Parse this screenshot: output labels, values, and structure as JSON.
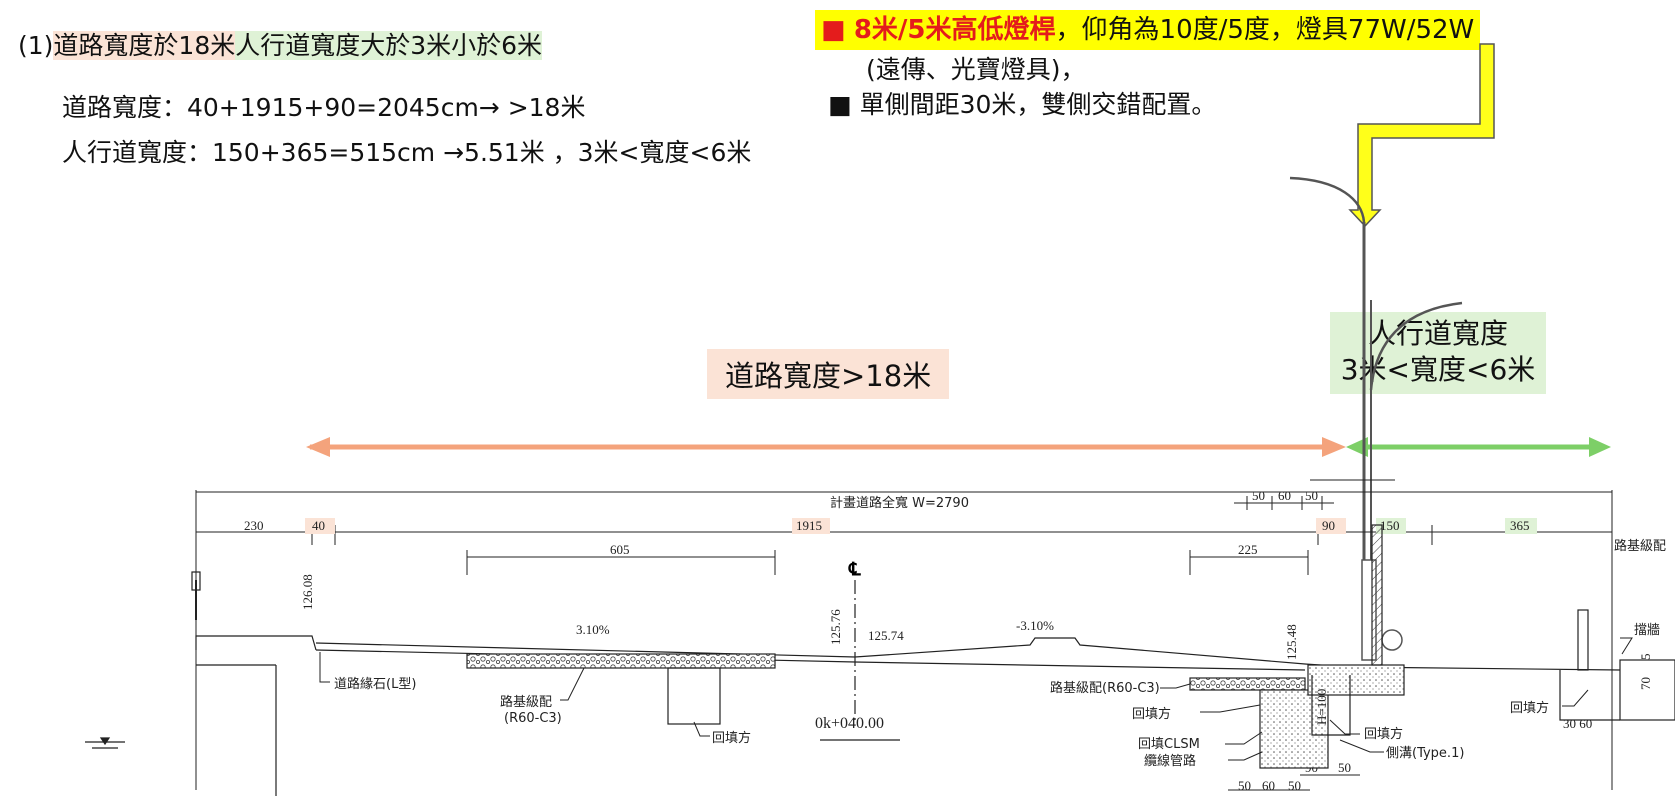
{
  "heading": {
    "prefix": "(1)",
    "part_road": "道路寬度於18米",
    "part_walk": "人行道寬度大於3米小於6米"
  },
  "calc": {
    "road": "道路寬度：40+1915+90=2045cm→ >18米",
    "walk": "人行道寬度：150+365=515cm →5.51米 ，3米<寬度<6米"
  },
  "note": {
    "bullet1": "■",
    "highlight": "8米/5米高低燈桿",
    "rest1": "，仰角為10度/5度，燈具77W/52W",
    "line2": "(遠傳、光寶燈具)，",
    "bullet2": "■",
    "line3": "單側間距30米，雙側交錯配置。"
  },
  "labels": {
    "road_width": "道路寬度>18米",
    "walk_width_1": "人行道寬度",
    "walk_width_2": "3米<寬度<6米"
  },
  "colors": {
    "orange": "#f4a37c",
    "green": "#7dcf67",
    "yellow": "#ffff00",
    "red": "#e41c1c"
  },
  "drawing": {
    "total": "計畫道路全寬  W=2790",
    "dims": {
      "d230": "230",
      "d40": "40",
      "d1915": "1915",
      "d90": "90",
      "d150": "150",
      "d365": "365",
      "d605": "605",
      "d225": "225",
      "d50a": "50",
      "d60": "60",
      "d50b": "50",
      "d90b": "90",
      "d50c": "50",
      "bot50": "50",
      "bot60": "60",
      "bot50b": "50",
      "r3060": "30 60"
    },
    "elev": {
      "e126": "126.08",
      "e125_76": "125.76",
      "e125_74": "125.74",
      "e125_48": "125.48",
      "slope_l": "3.10%",
      "slope_r": "-3.10%",
      "cl": "℄",
      "station": "0k+040.00",
      "h100": "H=100",
      "vert70": "70",
      "vert5": "5"
    },
    "callouts": {
      "curb": "道路緣石(L型)",
      "base_l1": "路基級配",
      "base_l2": "(R60-C3)",
      "backfill_c": "回填方",
      "base_r": "路基級配(R60-C3)",
      "backfill_r1": "回填方",
      "clsm": "回填CLSM",
      "cable": "纜線管路",
      "backfill_r2": "回填方",
      "ditch": "側溝(Type.1)",
      "retain": "擋牆",
      "backfill_far": "回填方",
      "subgrade_edge": "路基級配"
    }
  }
}
